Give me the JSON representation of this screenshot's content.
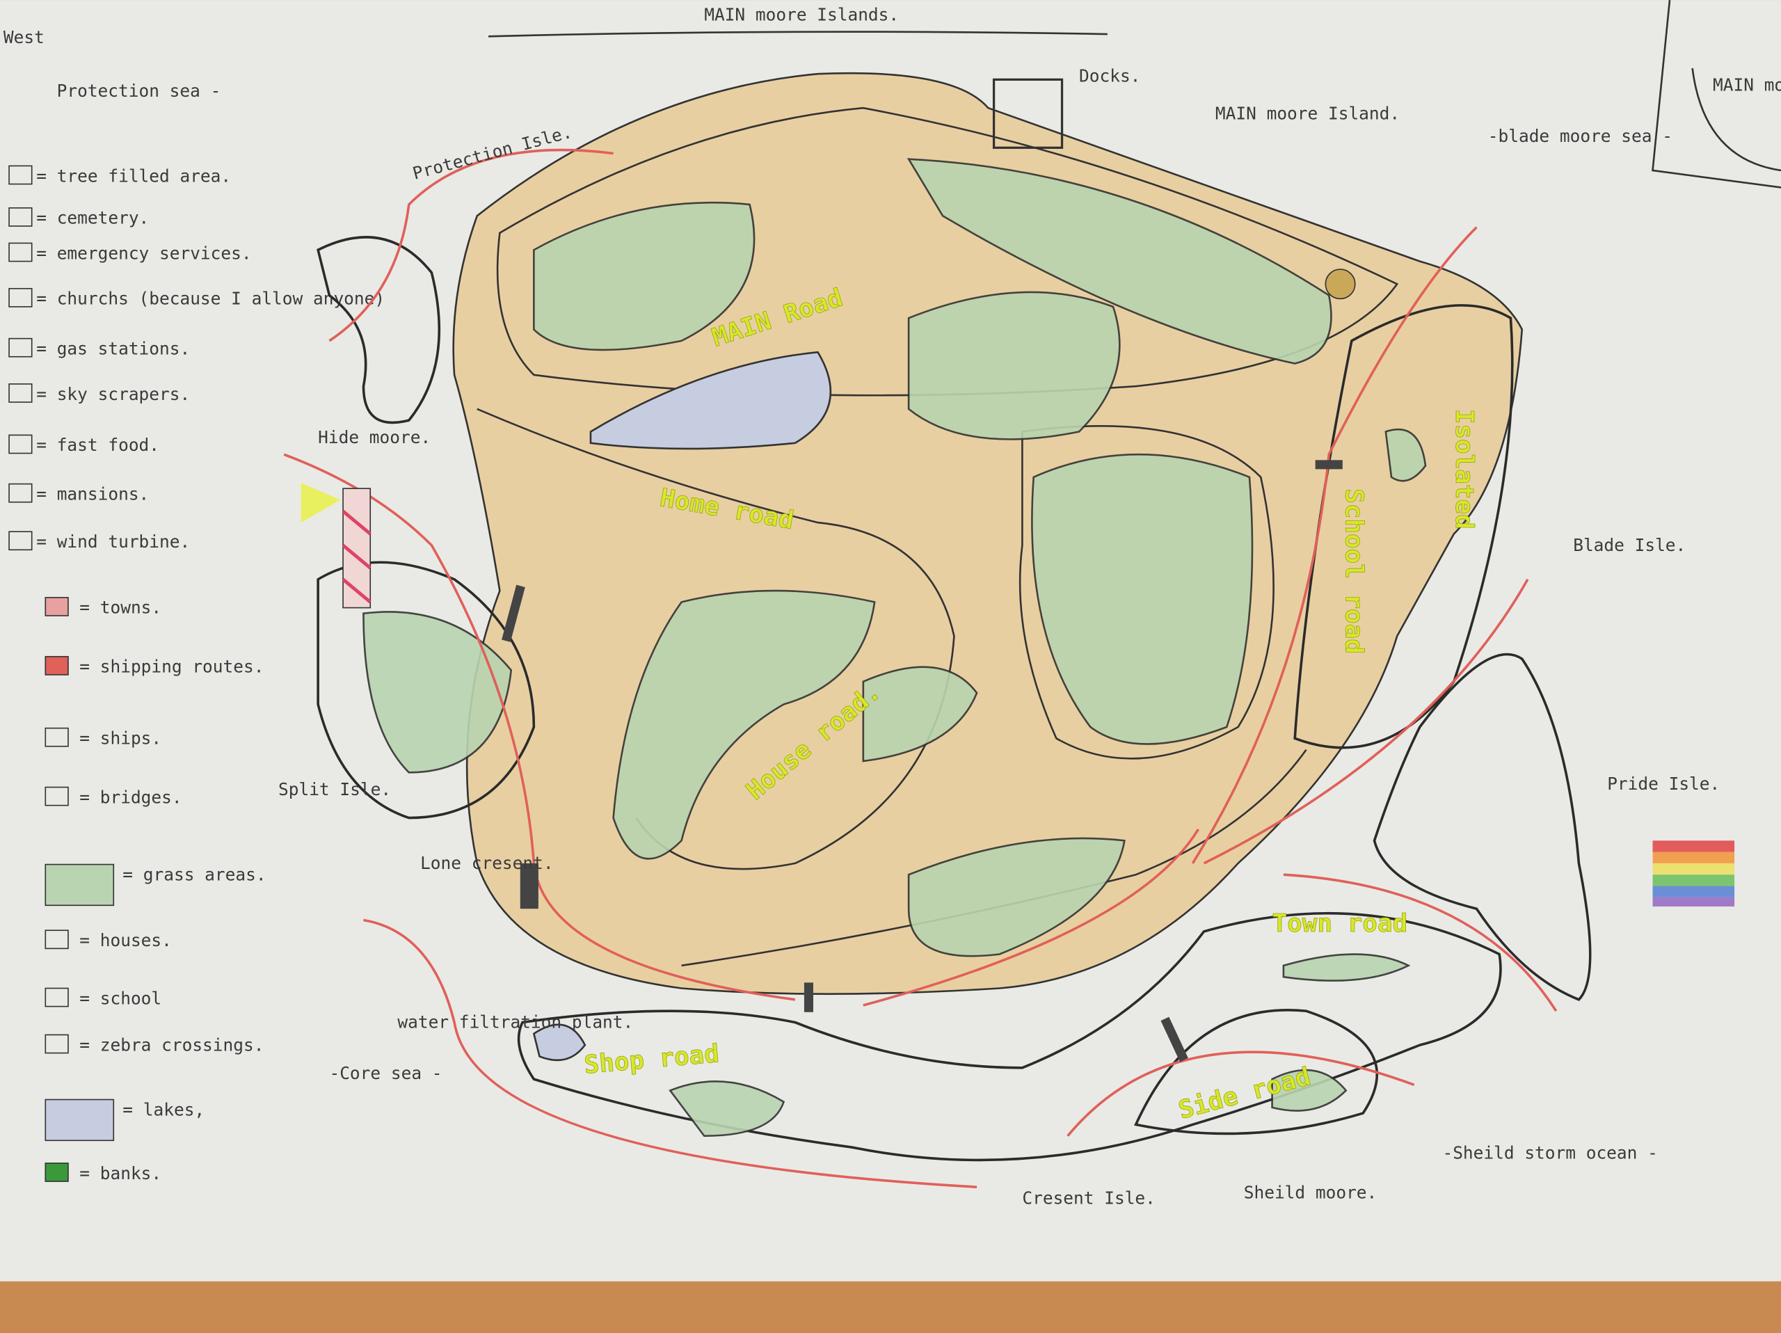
{
  "title": {
    "header": "West",
    "map_title": "MAIN moore Islands."
  },
  "seas": {
    "protection": "Protection sea -",
    "blade_moore": "-blade moore sea -",
    "core": "-Core sea -",
    "sheild_storm": "-Sheild storm ocean -"
  },
  "legend": [
    {
      "icon": "tree-icon",
      "label": "= tree filled area."
    },
    {
      "icon": "cemetery-icon",
      "label": "= cemetery."
    },
    {
      "icon": "emergency-icon",
      "label": "= emergency services."
    },
    {
      "icon": "church-icon",
      "label": "= churchs (because I allow anyone)"
    },
    {
      "icon": "gas-station-icon",
      "label": "= gas stations."
    },
    {
      "icon": "skyscraper-icon",
      "label": "= sky scrapers."
    },
    {
      "icon": "fast-food-icon",
      "label": "= fast food."
    },
    {
      "icon": "mansion-icon",
      "label": "= mansions."
    },
    {
      "icon": "wind-turbine-icon",
      "label": "= wind turbine."
    },
    {
      "icon": "town-pin-icon",
      "label": "= towns."
    },
    {
      "icon": "shipping-route-icon",
      "label": "= shipping routes."
    },
    {
      "icon": "ship-icon",
      "label": "= ships."
    },
    {
      "icon": "bridge-icon",
      "label": "= bridges."
    },
    {
      "icon": "grass-area-icon",
      "label": "= grass areas."
    },
    {
      "icon": "house-icon",
      "label": "= houses."
    },
    {
      "icon": "school-icon",
      "label": "= school"
    },
    {
      "icon": "zebra-crossing-icon",
      "label": "= zebra crossings."
    },
    {
      "icon": "lake-icon",
      "label": "= lakes,"
    },
    {
      "icon": "bank-icon",
      "label": "= banks."
    }
  ],
  "places": {
    "protection_isle": "Protection Isle.",
    "docks": "Docks.",
    "main_moore_island": "MAIN moore Island.",
    "hide_moore": "Hide moore.",
    "split_isle": "Split Isle.",
    "lone_cresent": "Lone cresent.",
    "water_plant": "water filtration plant.",
    "blade_isle": "Blade Isle.",
    "pride_isle": "Pride Isle.",
    "cresent_isle": "Cresent Isle.",
    "sheild_moore": "Sheild moore.",
    "inset": "MAIN more."
  },
  "roads": {
    "main": "MAIN Road",
    "home": "Home road",
    "house": "House road.",
    "isolated": "Isolated",
    "school": "School road",
    "town": "Town road",
    "shop": "Shop road",
    "side": "Side road"
  },
  "colors": {
    "paper": "#e9eae5",
    "grass": "#b9d4b0",
    "route": "#e0605a",
    "road_text": "#d8e82a",
    "table": "#c98a52"
  }
}
